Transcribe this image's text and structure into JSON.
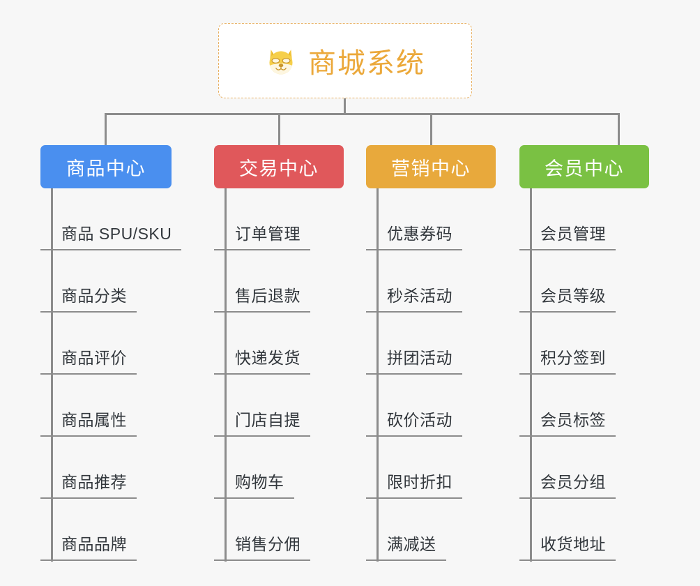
{
  "page": {
    "background_color": "#f7f7f7",
    "connector_color": "#8c8c8c"
  },
  "root": {
    "title": "商城系统",
    "icon": "shiba-dog-face-icon",
    "text_color": "#eba83a",
    "border_color": "#e8b062",
    "background_color": "#ffffff"
  },
  "branches": [
    {
      "label": "商品中心",
      "color": "#4a8fef",
      "items": [
        "商品 SPU/SKU",
        "商品分类",
        "商品评价",
        "商品属性",
        "商品推荐",
        "商品品牌"
      ]
    },
    {
      "label": "交易中心",
      "color": "#e0585b",
      "items": [
        "订单管理",
        "售后退款",
        "快递发货",
        "门店自提",
        "购物车",
        "销售分佣"
      ]
    },
    {
      "label": "营销中心",
      "color": "#e8a93c",
      "items": [
        "优惠券码",
        "秒杀活动",
        "拼团活动",
        "砍价活动",
        "限时折扣",
        "满减送"
      ]
    },
    {
      "label": "会员中心",
      "color": "#7ac143",
      "items": [
        "会员管理",
        "会员等级",
        "积分签到",
        "会员标签",
        "会员分组",
        "收货地址"
      ]
    }
  ]
}
